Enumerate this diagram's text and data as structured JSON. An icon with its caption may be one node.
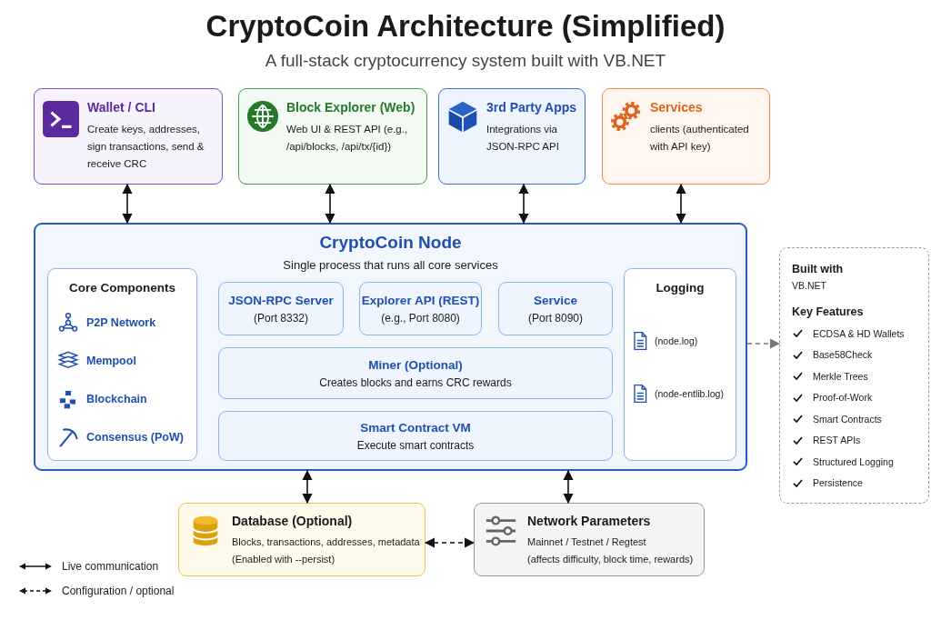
{
  "diagram": {
    "title": "CryptoCoin Architecture (Simplified)",
    "caption": "A full-stack cryptocurrency system built with VB.NET",
    "nodes": [
      {
        "text": [
          "Wallet / CLI",
          "Create keys, addresses, sign transactions, send & receive CRC"
        ]
      },
      {
        "text": [
          "Block Explorer (Web)",
          "Web UI & REST API (e.g., /api/blocks, /api/tx/{id})"
        ]
      },
      {
        "text": [
          "3rd Party Apps",
          "Integrations via JSON-RPC API"
        ]
      },
      {
        "text": [
          "Services",
          "clients (authenticated with API key)"
        ]
      },
      {
        "text": [
          "CryptoCoin Node",
          "Single process that runs all core services"
        ]
      },
      {
        "text": [
          "Core Components",
          "P2P Network",
          "Mempool",
          "Blockchain",
          "Consensus (PoW)"
        ],
        "in": 4
      },
      {
        "text": [
          "JSON-RPC Server",
          "(Port 8332)"
        ],
        "in": 4
      },
      {
        "text": [
          "Explorer API (REST)",
          "(e.g., Port 8080)"
        ],
        "in": 4
      },
      {
        "text": [
          "Service",
          "(Port 8090)"
        ],
        "in": 4
      },
      {
        "text": [
          "Miner (Optional)",
          "Creates blocks and earns CRC rewards"
        ],
        "in": 4
      },
      {
        "text": [
          "Smart Contract VM",
          "Execute smart contracts"
        ],
        "in": 4
      },
      {
        "text": [
          "Logging",
          "(node.log)",
          "(node-entlib.log)"
        ],
        "in": 4
      },
      {
        "text": [
          "Built with",
          "VB.NET",
          "Key Features",
          "ECDSA & HD Wallets",
          "Base58Check",
          "Merkle Trees",
          "Proof-of-Work",
          "Smart Contracts",
          "REST APIs",
          "Structured Logging",
          "Persistence"
        ]
      },
      {
        "text": [
          "Database (Optional)",
          "Blocks, transactions, addresses, metadata",
          "(Enabled with --persist)"
        ]
      },
      {
        "text": [
          "Network Parameters",
          "Mainnet / Testnet / Regtest",
          "(affects difficulty, block time, rewards)"
        ]
      }
    ],
    "edges": [
      {
        "from": 0,
        "to": 4,
        "arrow": "both"
      },
      {
        "from": 1,
        "to": 4,
        "arrow": "both"
      },
      {
        "from": 2,
        "to": 4,
        "arrow": "both"
      },
      {
        "from": 3,
        "to": 4,
        "arrow": "both"
      },
      {
        "from": 4,
        "to": 13,
        "arrow": "both"
      },
      {
        "from": 4,
        "to": 14,
        "arrow": "both"
      },
      {
        "from": 13,
        "to": 14,
        "arrow": "both",
        "style": "dashed"
      },
      {
        "from": 4,
        "to": 12,
        "arrow": "to",
        "style": "dashed",
        "color": "#777777"
      }
    ],
    "legend": [
      {
        "text": "Live communication"
      },
      {
        "text": "Configuration / optional"
      }
    ]
  }
}
